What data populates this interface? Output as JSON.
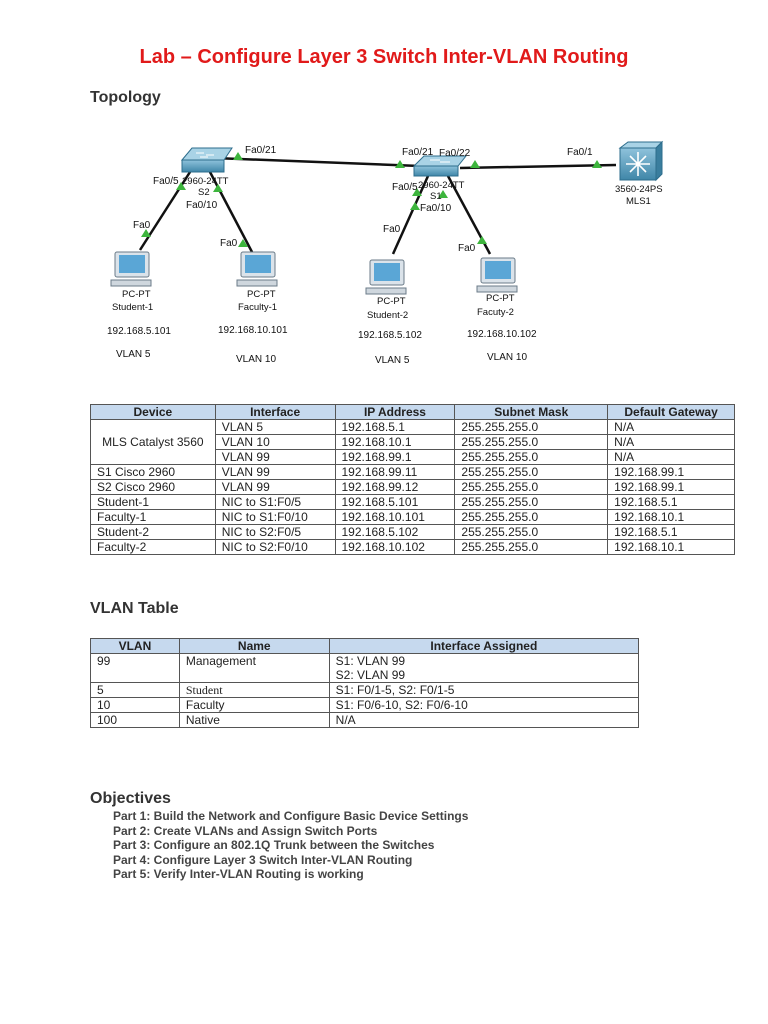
{
  "title": "Lab – Configure Layer 3 Switch Inter-VLAN Routing",
  "topology": {
    "heading": "Topology",
    "devices": {
      "s2": {
        "model": "2960-24TT",
        "name": "S2"
      },
      "s1": {
        "model": "2960-24TT",
        "name": "S1"
      },
      "mls1": {
        "model": "3560-24PS",
        "name": "MLS1"
      },
      "student1": {
        "type": "PC-PT",
        "name": "Student-1",
        "ip": "192.168.5.101",
        "vlan": "VLAN 5"
      },
      "faculty1": {
        "type": "PC-PT",
        "name": "Faculty-1",
        "ip": "192.168.10.101",
        "vlan": "VLAN 10"
      },
      "student2": {
        "type": "PC-PT",
        "name": "Student-2",
        "ip": "192.168.5.102",
        "vlan": "VLAN 5"
      },
      "faculty2": {
        "type": "PC-PT",
        "name": "Facuty-2",
        "ip": "192.168.10.102",
        "vlan": "VLAN 10"
      }
    },
    "ports": {
      "s2_fa021": "Fa0/21",
      "s2_fa05": "Fa0/5",
      "s2_fa010": "Fa0/10",
      "student1_fa0": "Fa0",
      "faculty1_fa0": "Fa0",
      "s1_fa021": "Fa0/21",
      "s1_fa022": "Fa0/22",
      "s1_fa05": "Fa0/5",
      "s1_fa010": "Fa0/10",
      "student2_fa0": "Fa0",
      "faculty2_fa0": "Fa0",
      "mls_fa01": "Fa0/1"
    },
    "colors": {
      "link": "#111111",
      "port_marker": "#3db53d",
      "switch": "#4a8fb2",
      "pc_screen": "#5aa6d6"
    }
  },
  "addressing_table": {
    "headers": [
      "Device",
      "Interface",
      "IP Address",
      "Subnet Mask",
      "Default Gateway"
    ],
    "rows": [
      {
        "device": "MLS Catalyst 3560",
        "interface": "VLAN 5",
        "ip": "192.168.5.1",
        "mask": "255.255.255.0",
        "gateway": "N/A"
      },
      {
        "device": "",
        "interface": "VLAN 10",
        "ip": "192.168.10.1",
        "mask": "255.255.255.0",
        "gateway": "N/A"
      },
      {
        "device": "",
        "interface": "VLAN 99",
        "ip": "192.168.99.1",
        "mask": "255.255.255.0",
        "gateway": "N/A"
      },
      {
        "device": "S1 Cisco 2960",
        "interface": "VLAN 99",
        "ip": "192.168.99.11",
        "mask": "255.255.255.0",
        "gateway": "192.168.99.1"
      },
      {
        "device": "S2 Cisco 2960",
        "interface": "VLAN 99",
        "ip": "192.168.99.12",
        "mask": "255.255.255.0",
        "gateway": "192.168.99.1"
      },
      {
        "device": "Student-1",
        "interface": "NIC to S1:F0/5",
        "ip": "192.168.5.101",
        "mask": "255.255.255.0",
        "gateway": "192.168.5.1"
      },
      {
        "device": "Faculty-1",
        "interface": "NIC to S1:F0/10",
        "ip": "192.168.10.101",
        "mask": "255.255.255.0",
        "gateway": "192.168.10.1"
      },
      {
        "device": "Student-2",
        "interface": "NIC to S2:F0/5",
        "ip": "192.168.5.102",
        "mask": "255.255.255.0",
        "gateway": "192.168.5.1"
      },
      {
        "device": "Faculty-2",
        "interface": "NIC to S2:F0/10",
        "ip": "192.168.10.102",
        "mask": "255.255.255.0",
        "gateway": "192.168.10.1"
      }
    ]
  },
  "vlan_table": {
    "heading": "VLAN Table",
    "headers": [
      "VLAN",
      "Name",
      "Interface Assigned"
    ],
    "rows": [
      {
        "vlan": "99",
        "name": "Management",
        "iface1": "S1: VLAN 99",
        "iface2": "S2: VLAN 99"
      },
      {
        "vlan": "5",
        "name": "Student",
        "iface1": "S1: F0/1-5, S2: F0/1-5"
      },
      {
        "vlan": "10",
        "name": "Faculty",
        "iface1": "S1: F0/6-10, S2: F0/6-10"
      },
      {
        "vlan": "100",
        "name": "Native",
        "iface1": "N/A"
      }
    ]
  },
  "objectives": {
    "heading": "Objectives",
    "items": [
      "Part 1: Build the Network and Configure Basic Device Settings",
      "Part 2: Create VLANs and Assign Switch Ports",
      "Part 3: Configure an 802.1Q Trunk between the Switches",
      "Part 4: Configure Layer 3 Switch Inter-VLAN Routing",
      "Part 5: Verify Inter-VLAN Routing is working"
    ]
  }
}
